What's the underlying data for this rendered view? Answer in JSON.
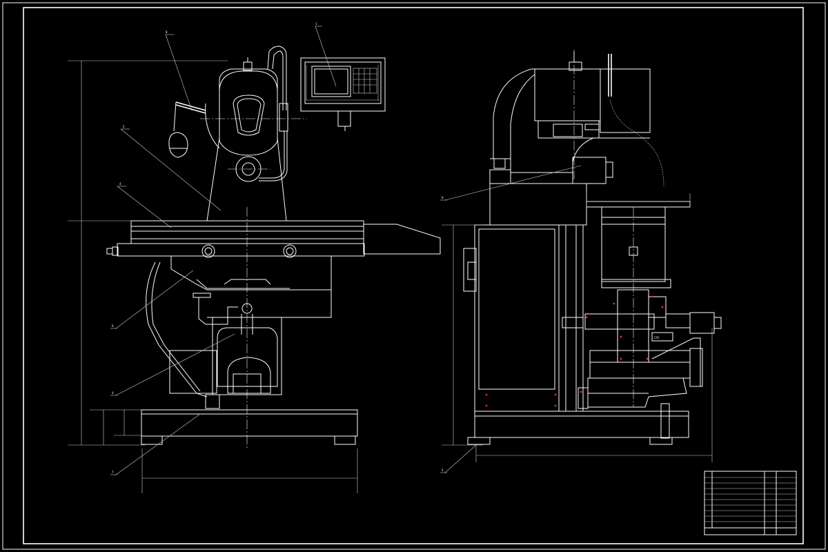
{
  "drawing": {
    "background": "#000000",
    "line_color": "#ffffff",
    "accent_color": "#ff2a2a"
  },
  "front_view": {
    "balloons": [
      "8",
      "1",
      "2",
      "4",
      "6",
      "4",
      "7"
    ],
    "dims": [
      "",
      "",
      "",
      "",
      "",
      ""
    ]
  },
  "side_view": {
    "balloons": [
      "9",
      "5"
    ],
    "dims": [
      "",
      "",
      ""
    ],
    "badge_text": "CYC"
  },
  "title_block": {
    "title": "",
    "rows": [
      {
        "no": "",
        "name": "",
        "qty": "",
        "note": ""
      },
      {
        "no": "",
        "name": "",
        "qty": "",
        "note": ""
      },
      {
        "no": "",
        "name": "",
        "qty": "",
        "note": ""
      },
      {
        "no": "",
        "name": "",
        "qty": "",
        "note": ""
      },
      {
        "no": "",
        "name": "",
        "qty": "",
        "note": ""
      },
      {
        "no": "",
        "name": "",
        "qty": "",
        "note": ""
      },
      {
        "no": "",
        "name": "",
        "qty": "",
        "note": ""
      },
      {
        "no": "",
        "name": "",
        "qty": "",
        "note": ""
      },
      {
        "no": "",
        "name": "",
        "qty": "",
        "note": ""
      }
    ]
  }
}
